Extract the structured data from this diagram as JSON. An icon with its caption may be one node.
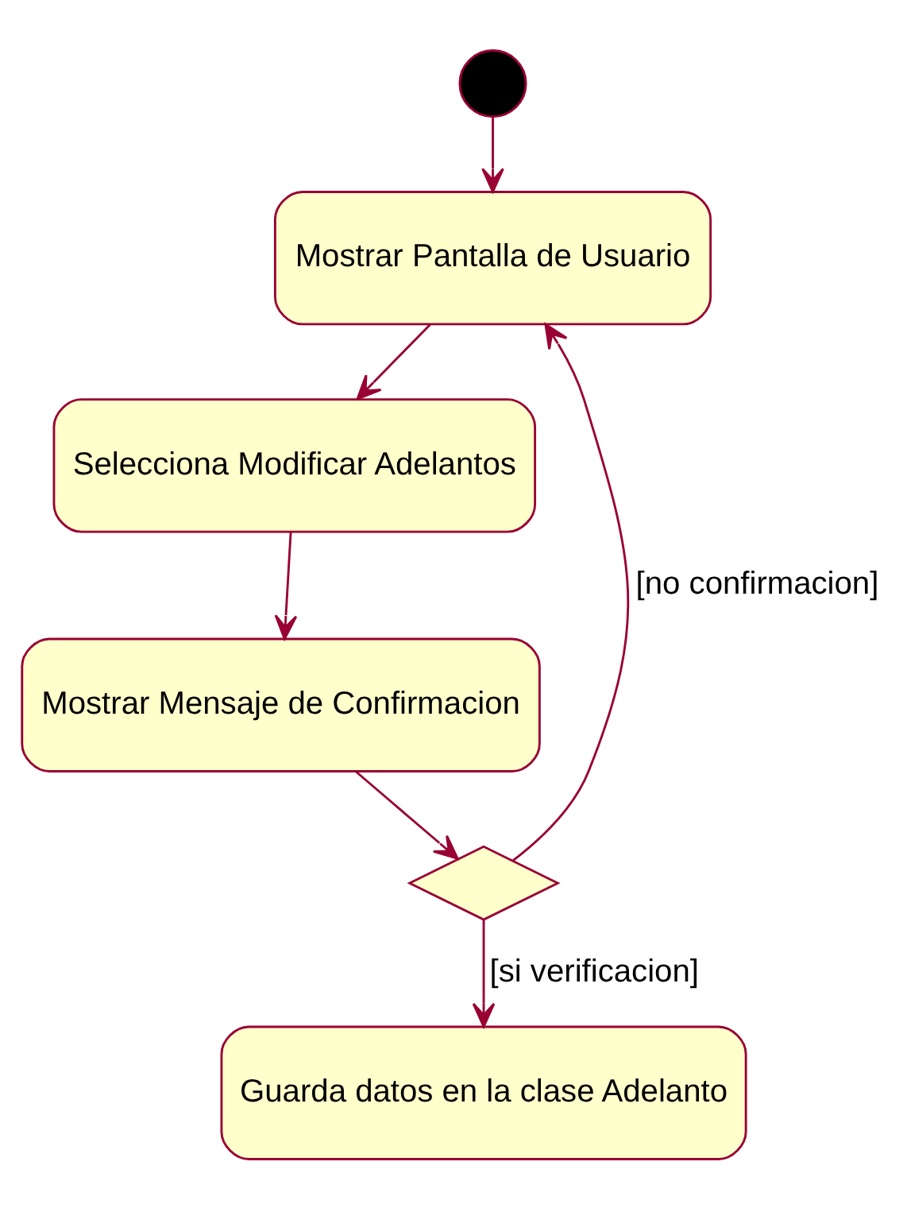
{
  "diagram": {
    "nodes": [
      {
        "text": [],
        "shape": "circle"
      },
      {
        "text": [
          "Mostrar Pantalla de Usuario"
        ]
      },
      {
        "text": [
          "Selecciona Modificar Adelantos"
        ]
      },
      {
        "text": [
          "Mostrar Mensaje de Confirmacion"
        ]
      },
      {
        "text": [],
        "shape": "diamond"
      },
      {
        "text": [
          "Guarda datos en la clase Adelanto"
        ]
      }
    ],
    "edges": [
      {
        "from": 0,
        "to": 1,
        "arrow": "to"
      },
      {
        "from": 1,
        "to": 2,
        "arrow": "to"
      },
      {
        "from": 2,
        "to": 3,
        "arrow": "to"
      },
      {
        "from": 3,
        "to": 4,
        "arrow": "to"
      },
      {
        "from": 4,
        "to": 5,
        "arrow": "to",
        "label": "[si verificacion]"
      },
      {
        "from": 4,
        "to": 1,
        "arrow": "to",
        "label": "[no confirmacion]"
      }
    ]
  }
}
